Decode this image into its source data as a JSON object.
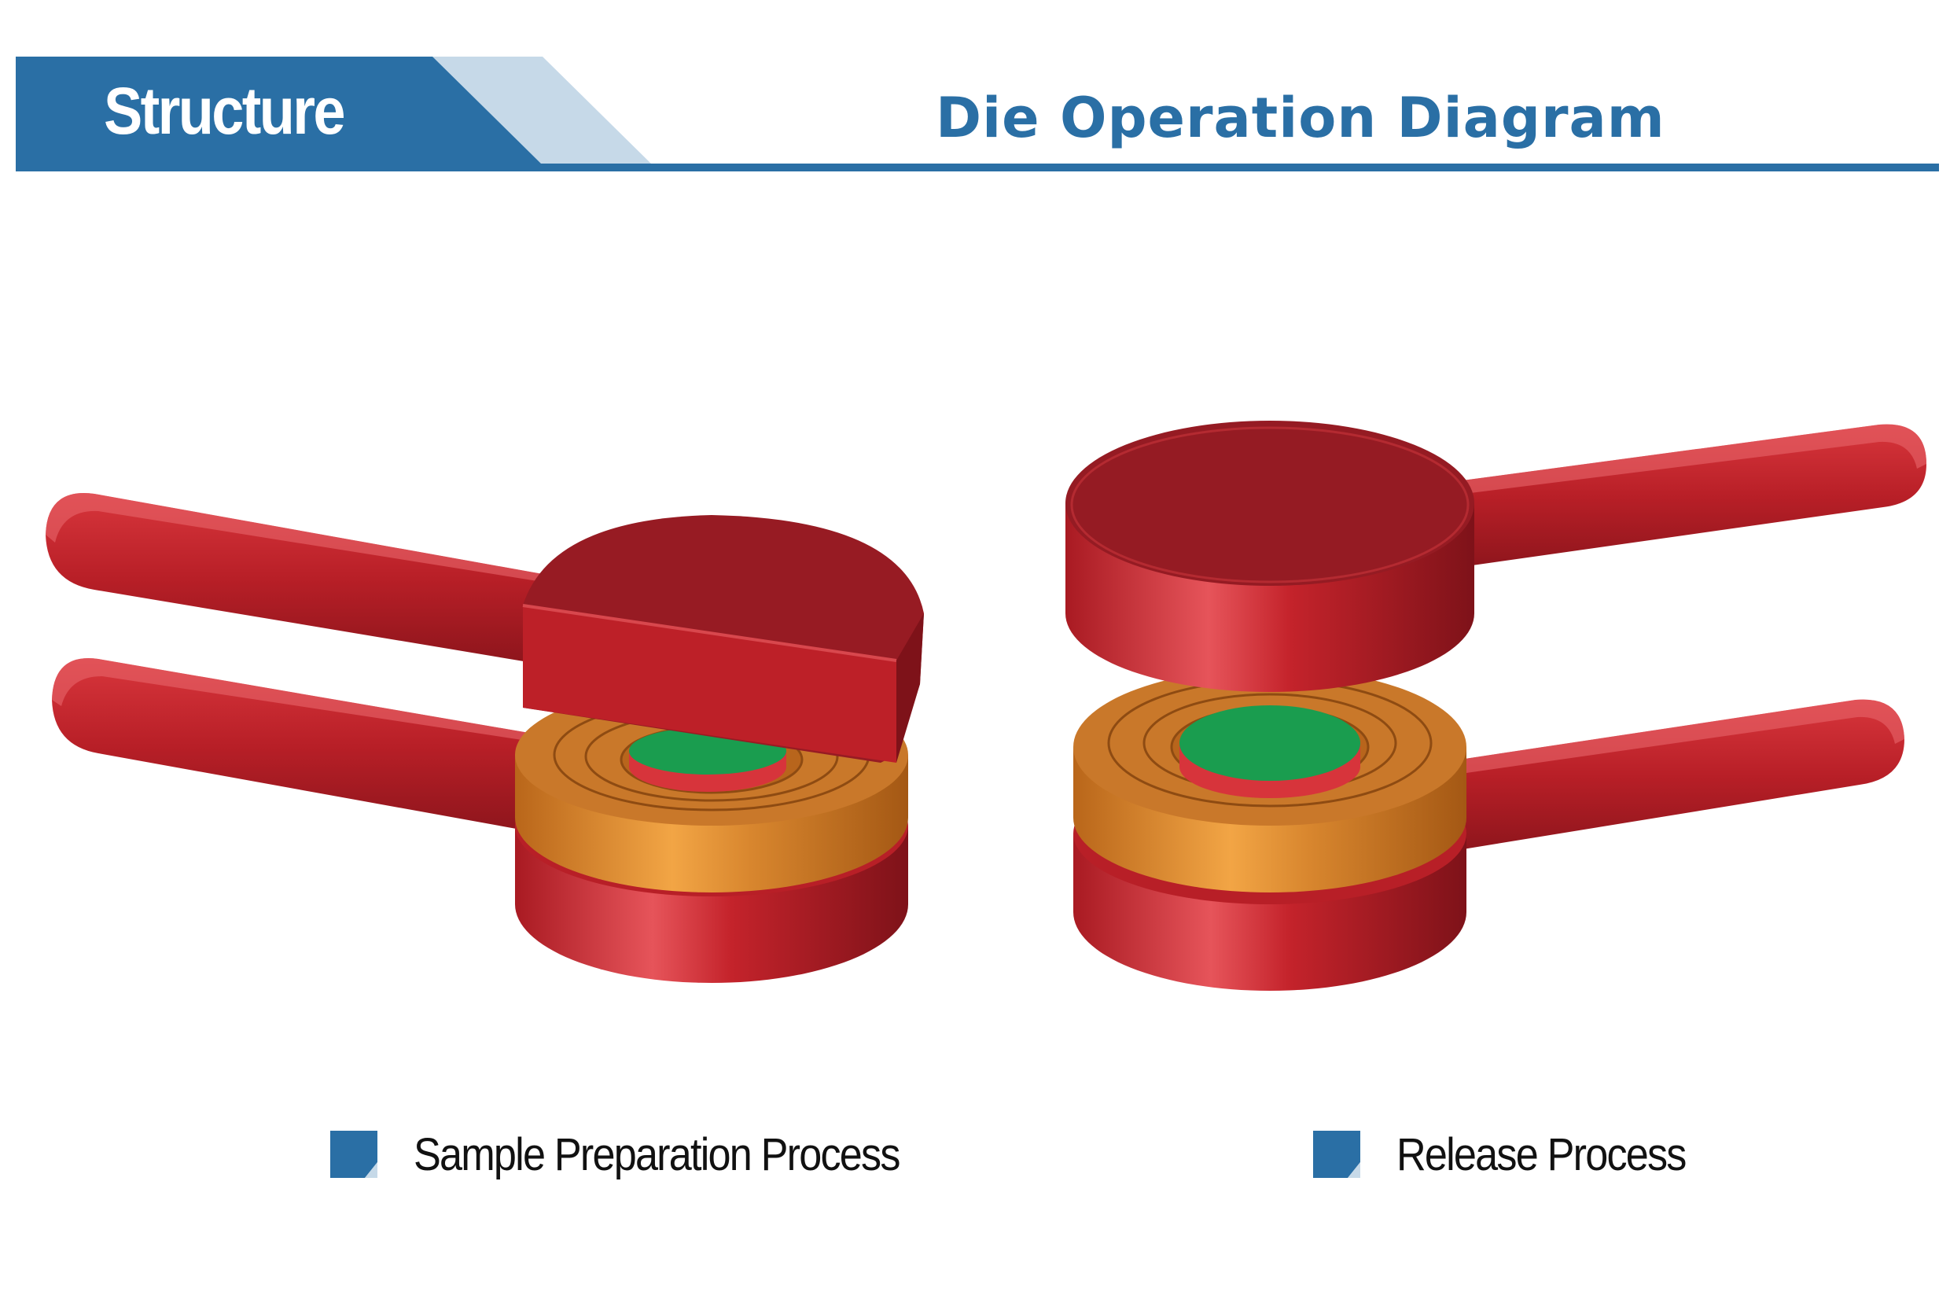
{
  "header": {
    "section_tag": "Structure",
    "title": "Die Operation Diagram",
    "accent_color": "#2a6fa5",
    "accent_light": "#c6d9e8"
  },
  "diagram": {
    "colors": {
      "die_red": "#c0202a",
      "die_red_dark": "#8f1c24",
      "ring_orange": "#d7862c",
      "sample_green": "#1a9d4f"
    }
  },
  "captions": [
    {
      "label": "Sample Preparation Process",
      "marker_icon": "square-marker-icon"
    },
    {
      "label": "Release Process",
      "marker_icon": "square-marker-icon"
    }
  ]
}
